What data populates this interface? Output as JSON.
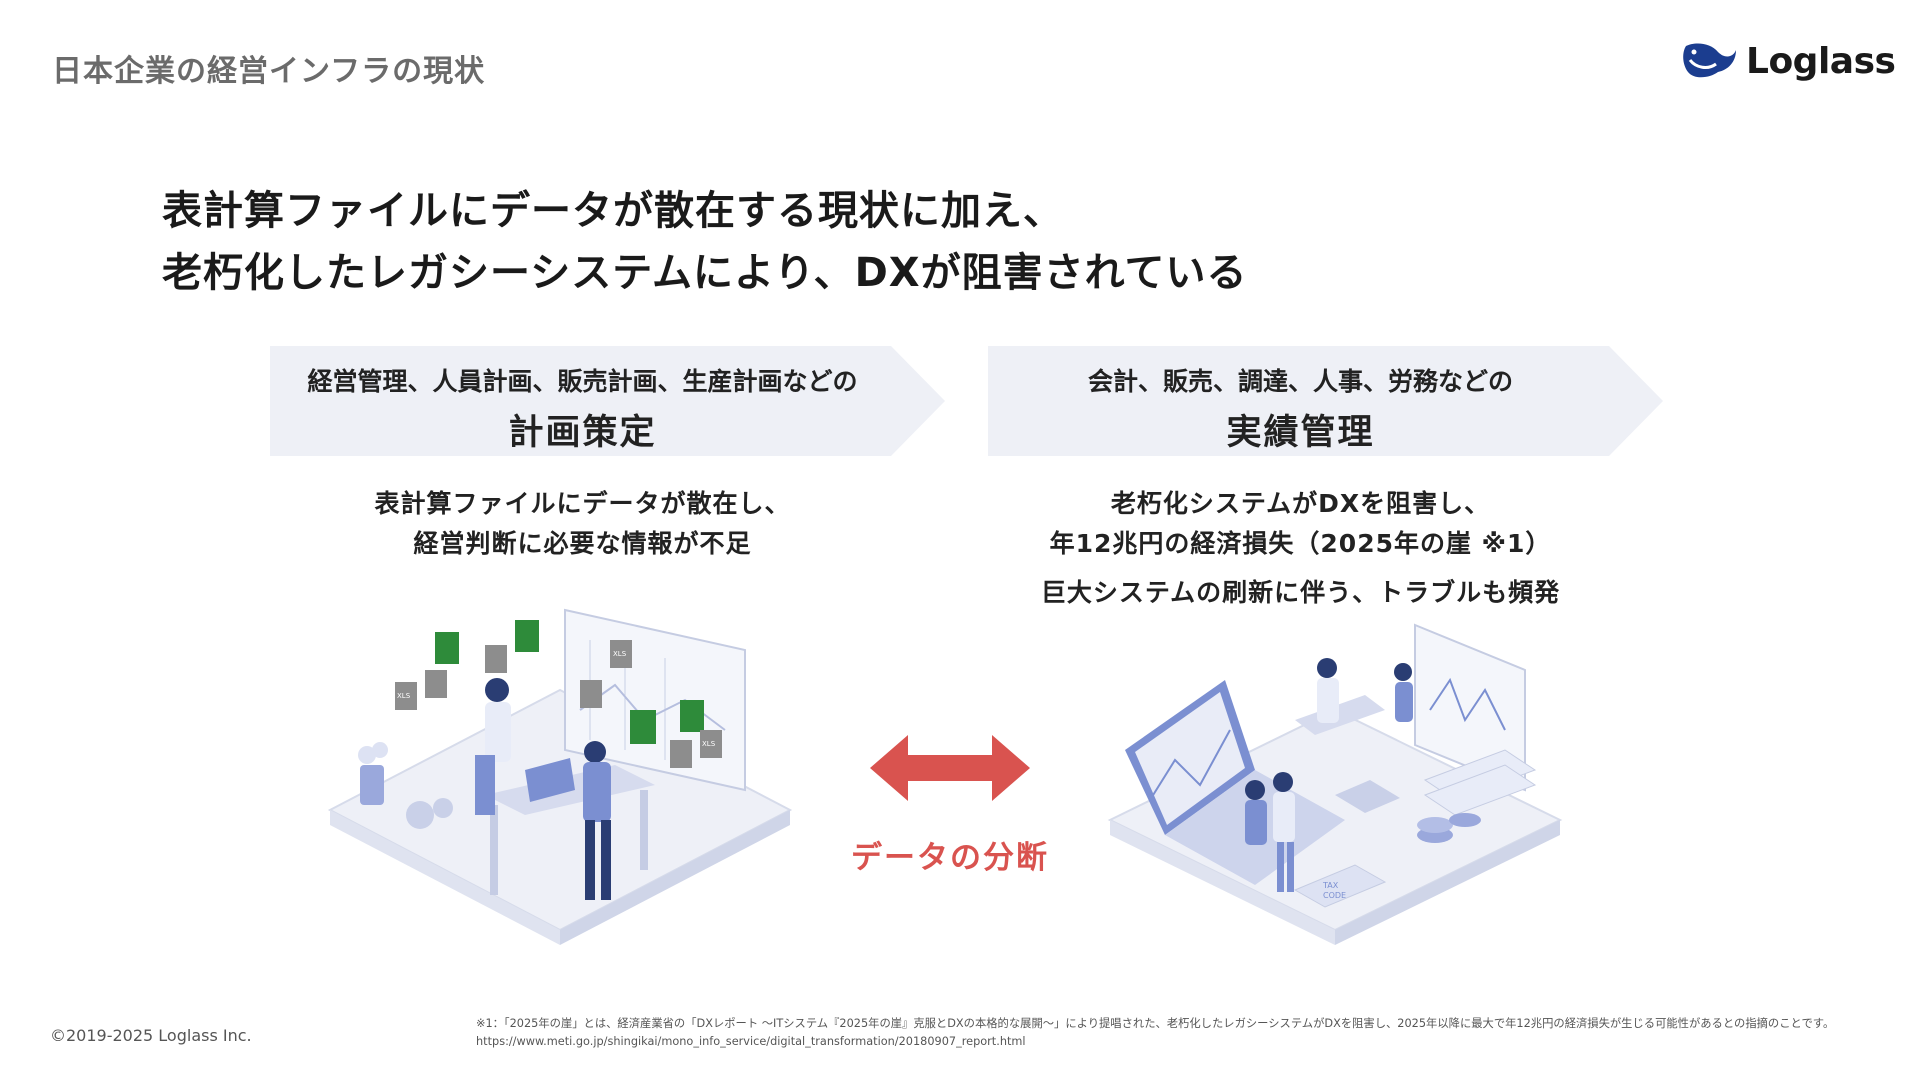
{
  "header": {
    "section_title": "日本企業の経営インフラの現状",
    "logo_text": "Loglass"
  },
  "headline": {
    "line1": "表計算ファイルにデータが散在する現状に加え、",
    "line2": "老朽化したレガシーシステムにより、DXが阻害されている"
  },
  "left": {
    "chevron_sub": "経営管理、人員計画、販売計画、生産計画などの",
    "chevron_main": "計画策定",
    "desc_line1": "表計算ファイルにデータが散在し、",
    "desc_line2": "経営判断に必要な情報が不足",
    "file_label": "XLS",
    "illustration": "confused-workers-with-spreadsheets-illustration"
  },
  "right": {
    "chevron_sub": "会計、販売、調達、人事、労務などの",
    "chevron_main": "実績管理",
    "desc_line1": "老朽化システムがDXを阻害し、",
    "desc_line2": "年12兆円の経済損失（2025年の崖 ※1）",
    "desc_line3": "巨大システムの刷新に伴う、トラブルも頻発",
    "tax_label1": "TAX",
    "tax_label2": "CODE",
    "illustration": "business-people-with-systems-illustration"
  },
  "middle": {
    "arrow_icon": "double-arrow-icon",
    "division_label": "データの分断"
  },
  "footer": {
    "copyright": "©2019-2025 Loglass Inc.",
    "footnote_line1": "※1：「2025年の崖」とは、経済産業省の「DXレポート ～ITシステム『2025年の崖』克服とDXの本格的な展開～」により提唱された、老朽化したレガシーシステムがDXを阻害し、2025年以降に最大で年12兆円の経済損失が生じる可能性があるとの指摘のことです。",
    "footnote_line2": "https://www.meti.go.jp/shingikai/mono_info_service/digital_transformation/20180907_report.html"
  },
  "colors": {
    "accent_red": "#d9534f",
    "chevron_bg": "#eef0f6",
    "logo_blue": "#1b3d8f",
    "illustration_blue": "#7b8fd1",
    "xls_green": "#2e8b3a"
  }
}
